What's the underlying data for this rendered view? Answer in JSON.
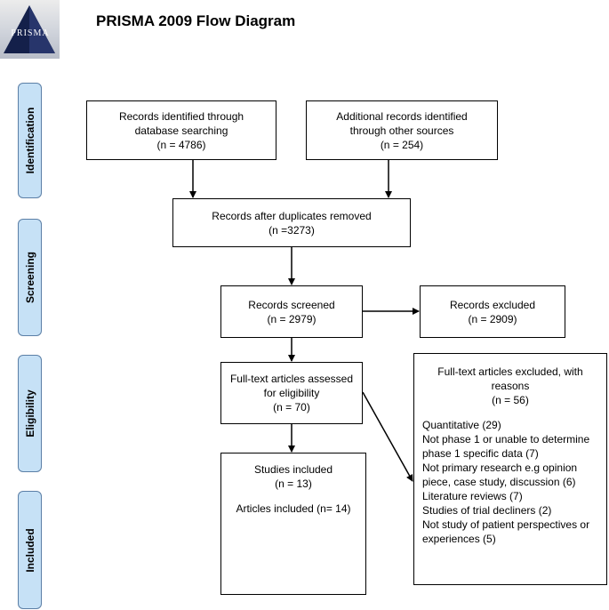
{
  "logo": {
    "text": "PRISMA"
  },
  "title": "PRISMA 2009 Flow Diagram",
  "phases": {
    "identification": "Identification",
    "screening": "Screening",
    "eligibility": "Eligibility",
    "included": "Included"
  },
  "boxes": {
    "records_identified": {
      "line1": "Records identified through",
      "line2": "database searching",
      "line3": "(n =  4786)"
    },
    "additional_records": {
      "line1": "Additional records identified",
      "line2": "through other sources",
      "line3": "(n = 254)"
    },
    "after_duplicates": {
      "line1": "Records after duplicates removed",
      "line2": "(n =3273)"
    },
    "screened": {
      "line1": "Records screened",
      "line2": "(n = 2979)"
    },
    "excluded": {
      "line1": "Records excluded",
      "line2": "(n = 2909)"
    },
    "fulltext_assessed": {
      "line1": "Full-text articles assessed",
      "line2": "for eligibility",
      "line3": "(n = 70)"
    },
    "fulltext_excluded": {
      "line1": "Full-text articles excluded, with",
      "line2": "reasons",
      "line3": "(n = 56)",
      "reasons": [
        "Quantitative (29)",
        "Not phase 1 or unable to determine phase 1 specific data (7)",
        "Not primary research e.g opinion piece, case study, discussion (6)",
        "Literature reviews (7)",
        "Studies of trial decliners (2)",
        "Not study of patient perspectives or experiences (5)"
      ]
    },
    "included": {
      "line1": "Studies included",
      "line2": "(n = 13)",
      "line3": "Articles included (n= 14)"
    }
  }
}
